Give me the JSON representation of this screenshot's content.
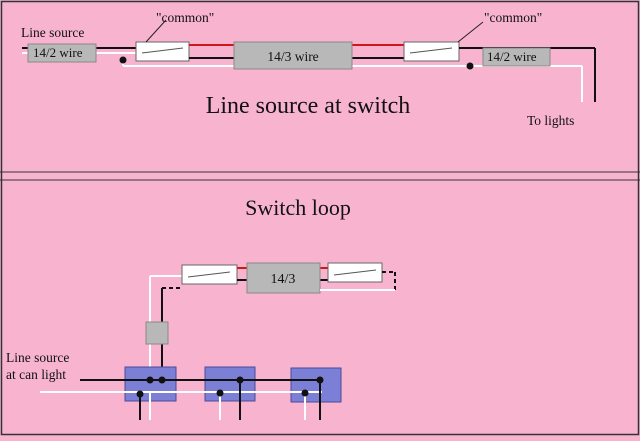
{
  "colors": {
    "background": "#f8b4cf",
    "border": "#222222",
    "hot_wire": "#d01818",
    "neutral_wire": "#ffffff",
    "ground_wire": "#111111",
    "switch_body": "#ffffff",
    "cable_box": "#b8b8b8",
    "can_box": "#7b7fd6"
  },
  "top": {
    "line_source_label": "Line source",
    "left_common_label": "\"common\"",
    "right_common_label": "\"common\"",
    "left_wire_label": "14/2 wire",
    "middle_wire_label": "14/3 wire",
    "right_wire_label": "14/2 wire",
    "title": "Line source at switch",
    "to_lights_label": "To lights"
  },
  "bottom": {
    "title": "Switch loop",
    "cable_label": "14/3",
    "line_source_label_line1": "Line source",
    "line_source_label_line2": "at can light"
  }
}
